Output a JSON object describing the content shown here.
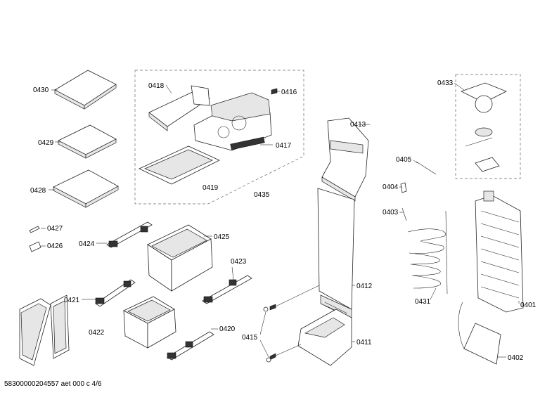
{
  "diagram": {
    "labels": {
      "p0430": "0430",
      "p0429": "0429",
      "p0428": "0428",
      "p0427": "0427",
      "p0426": "0426",
      "p0418": "0418",
      "p0416": "0416",
      "p0417": "0417",
      "p0419": "0419",
      "p0435": "0435",
      "p0424": "0424",
      "p0425": "0425",
      "p0423": "0423",
      "p0421": "0421",
      "p0422": "0422",
      "p0420": "0420",
      "p0413": "0413",
      "p0412": "0412",
      "p0415": "0415",
      "p0411": "0411",
      "p0433": "0433",
      "p0405": "0405",
      "p0404": "0404",
      "p0403": "0403",
      "p0431": "0431",
      "p0401": "0401",
      "p0402": "0402"
    }
  },
  "footer": {
    "document_id": "58300000204557 aet 000 c 4/6"
  }
}
